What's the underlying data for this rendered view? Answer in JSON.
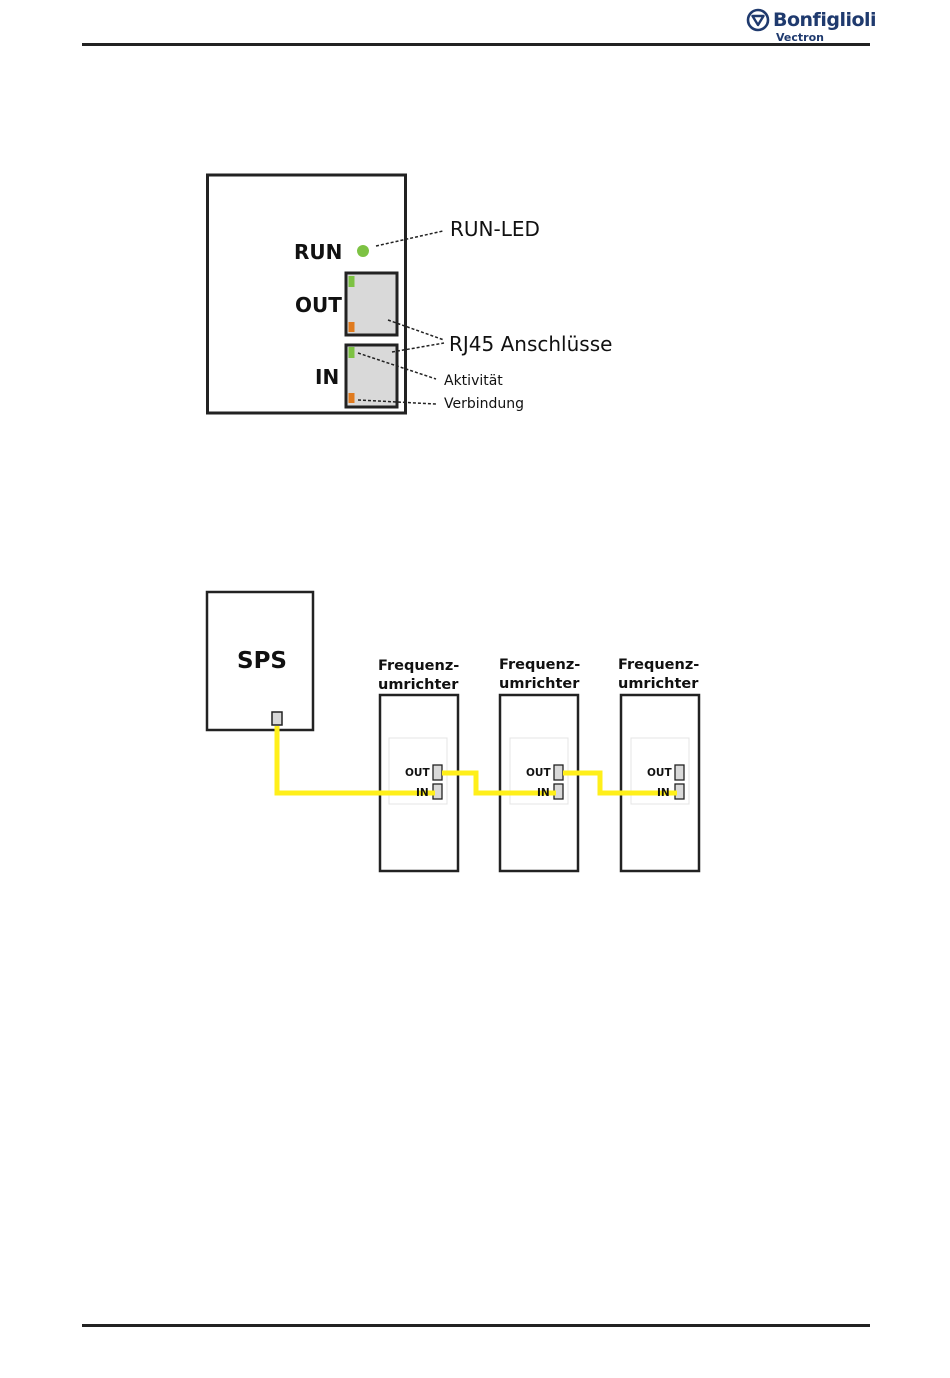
{
  "header": {
    "logo_brand": "Bonfiglioli",
    "logo_sub": "Vectron"
  },
  "figure1": {
    "run_label": "RUN",
    "out_label": "OUT",
    "in_label": "IN",
    "callout_run_led": "RUN-LED",
    "callout_rj45": "RJ45 Anschlüsse",
    "callout_activity": "Aktivität",
    "callout_link": "Verbindung",
    "colors": {
      "led_green": "#7dc243",
      "activity_green": "#7dc243",
      "link_orange": "#e07b1f",
      "port_fill": "#d9d9d9"
    }
  },
  "figure2": {
    "plc_label": "SPS",
    "inverters": [
      {
        "title_line1": "Frequenz-",
        "title_line2": "umrichter",
        "out_label": "OUT",
        "in_label": "IN"
      },
      {
        "title_line1": "Frequenz-",
        "title_line2": "umrichter",
        "out_label": "OUT",
        "in_label": "IN"
      },
      {
        "title_line1": "Frequenz-",
        "title_line2": "umrichter",
        "out_label": "OUT",
        "in_label": "IN"
      }
    ],
    "cable_color": "#ffef1a"
  }
}
